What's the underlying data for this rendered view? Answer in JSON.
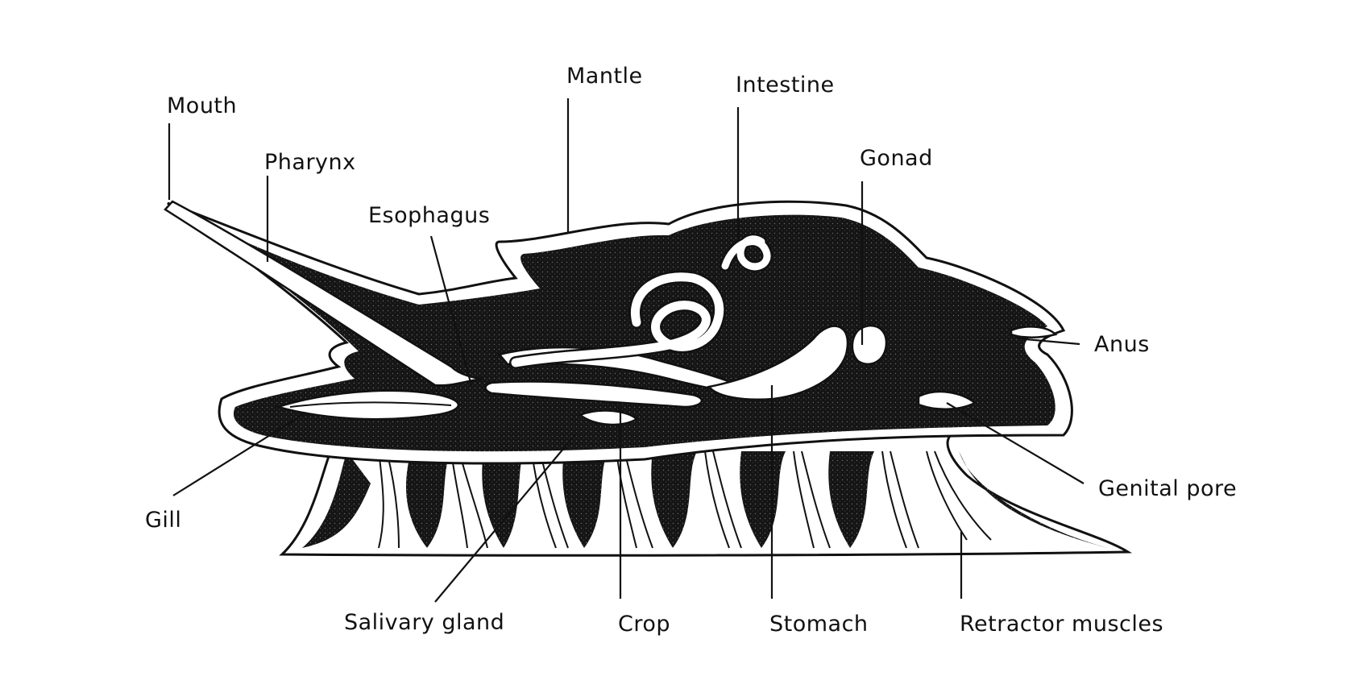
{
  "labels": {
    "mouth": "Mouth",
    "pharynx": "Pharynx",
    "esophagus": "Esophagus",
    "mantle": "Mantle",
    "intestine": "Intestine",
    "gonad": "Gonad",
    "anus": "Anus",
    "genital_pore": "Genital pore",
    "gill": "Gill",
    "salivary_gland": "Salivary gland",
    "crop": "Crop",
    "stomach": "Stomach",
    "retractor_muscles": "Retractor muscles"
  },
  "colors": {
    "ink": "#111111",
    "background": "#ffffff"
  }
}
